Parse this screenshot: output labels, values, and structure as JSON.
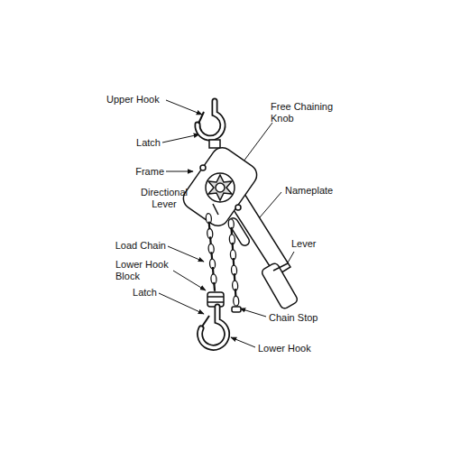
{
  "diagram": {
    "labels": [
      "Upper Hook",
      "Latch",
      "Frame",
      "Directional Lever",
      "Load Chain",
      "Lower Hook Block",
      "Latch",
      "Free Chaining Knob",
      "Nameplate",
      "Lever",
      "Chain Stop",
      "Lower Hook"
    ]
  }
}
